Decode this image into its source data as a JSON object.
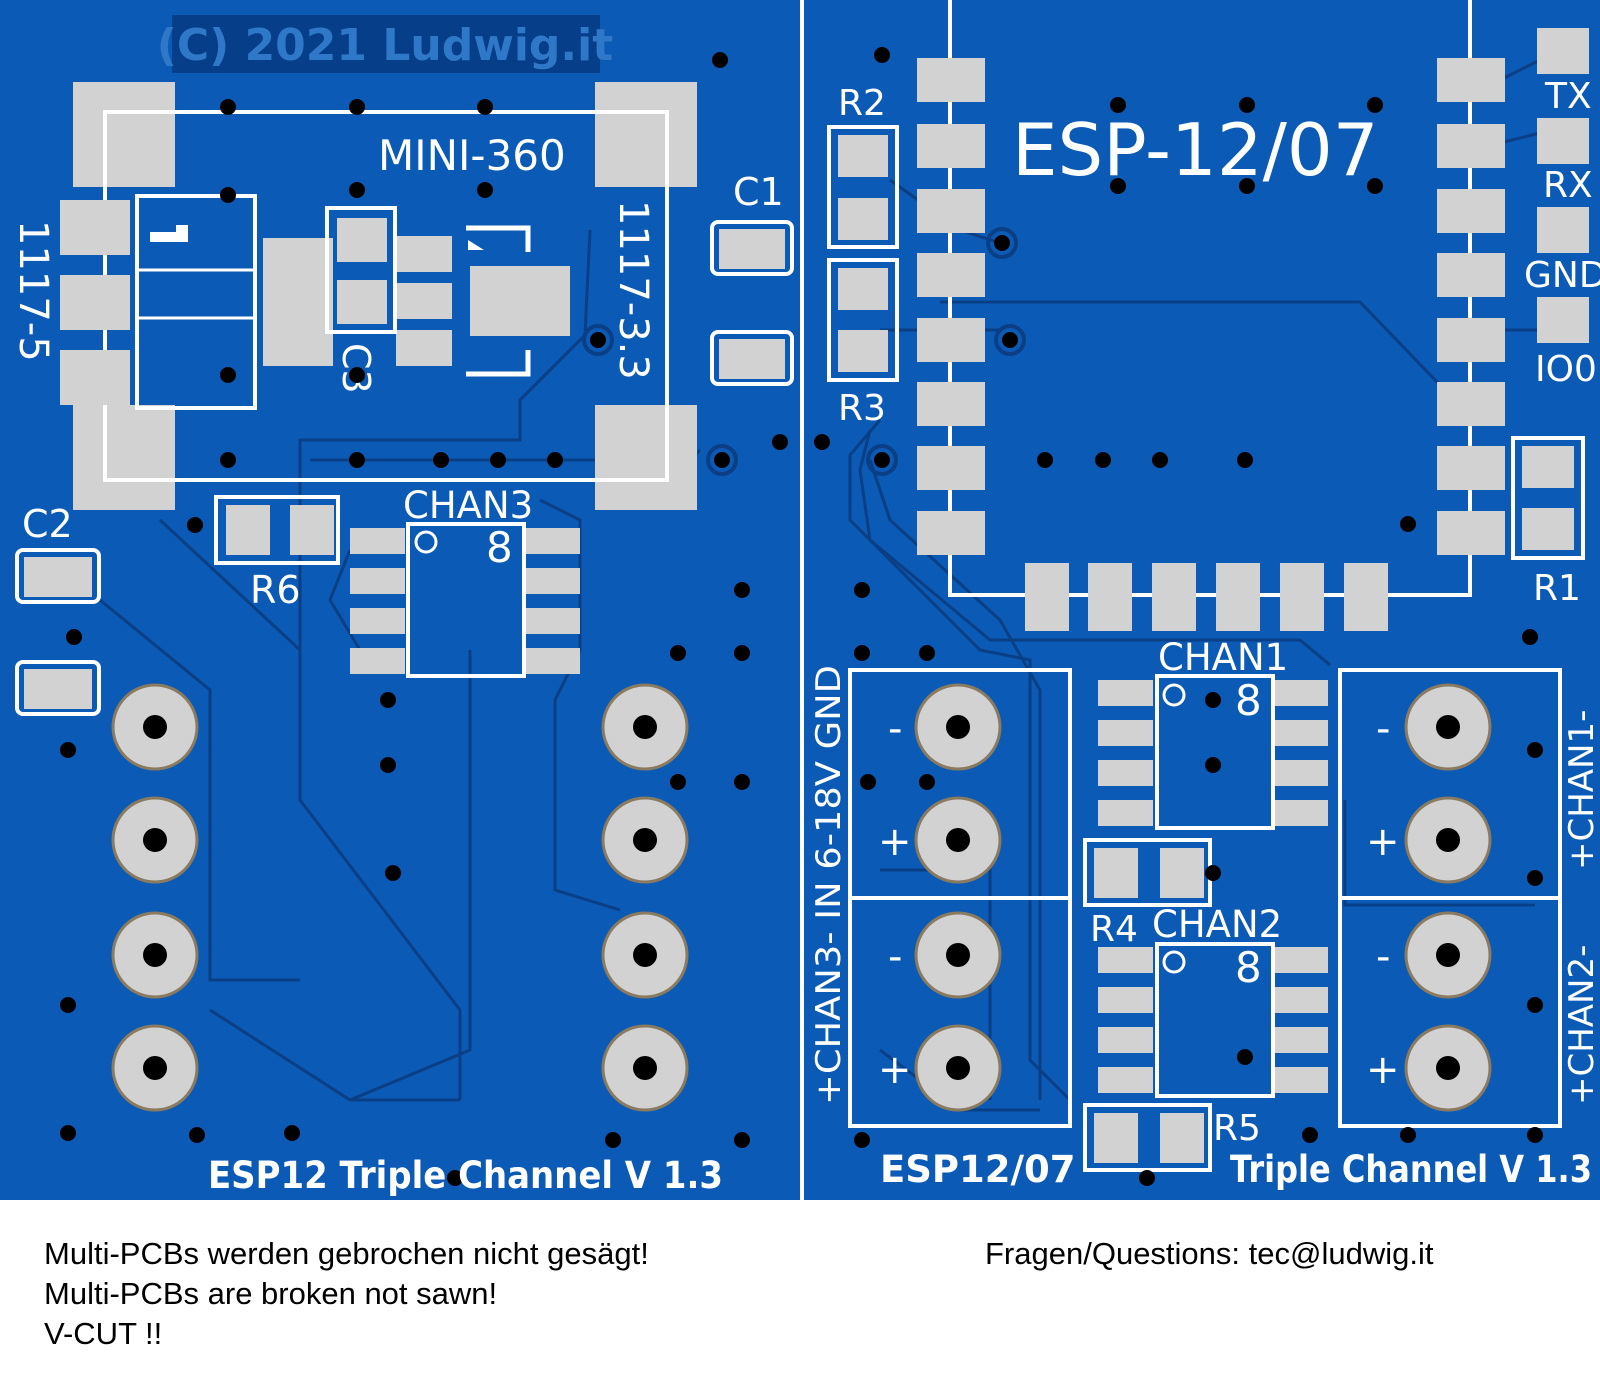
{
  "colors": {
    "board": "#0b5ab5",
    "board_edge": "#0a4ea0",
    "trace": "#0a3f86",
    "pad": "#d2d2d2",
    "pad_edge": "#8a7a60",
    "silkscreen": "#ffffff",
    "hole": "#000000",
    "background": "#ffffff"
  },
  "left_board": {
    "copyright": "(C) 2021 Ludwig.it",
    "module_label": "MINI-360",
    "reg5_label": "1117-5",
    "reg33_label": "1117-3.3",
    "c1": "C1",
    "c2": "C2",
    "c3": "C3",
    "r6": "R6",
    "chip_label": "CHAN3",
    "chip_pin": "8",
    "footer": "ESP12 Triple Channel V 1.3"
  },
  "right_board": {
    "esp_label": "ESP-12/07",
    "r1": "R1",
    "r2": "R2",
    "r3": "R3",
    "r4": "R4",
    "r5": "R5",
    "tx": "TX",
    "rx": "RX",
    "gnd": "GND",
    "io0": "IO0",
    "chan1": "CHAN1",
    "chan2": "CHAN2",
    "chip_pin": "8",
    "minus": "-",
    "plus": "+",
    "left_edge_label": "+CHAN3- IN 6-18V GND",
    "right_top_label": "+CHAN1-",
    "right_bottom_label": "+CHAN2-",
    "footer_left": "ESP12/07",
    "footer_right": "Triple Channel V 1.3"
  },
  "notes": {
    "line1": "Multi-PCBs werden gebrochen nicht gesägt!",
    "line2": "Multi-PCBs are broken not sawn!",
    "line3": "V-CUT !!",
    "questions": "Fragen/Questions: tec@ludwig.it"
  }
}
